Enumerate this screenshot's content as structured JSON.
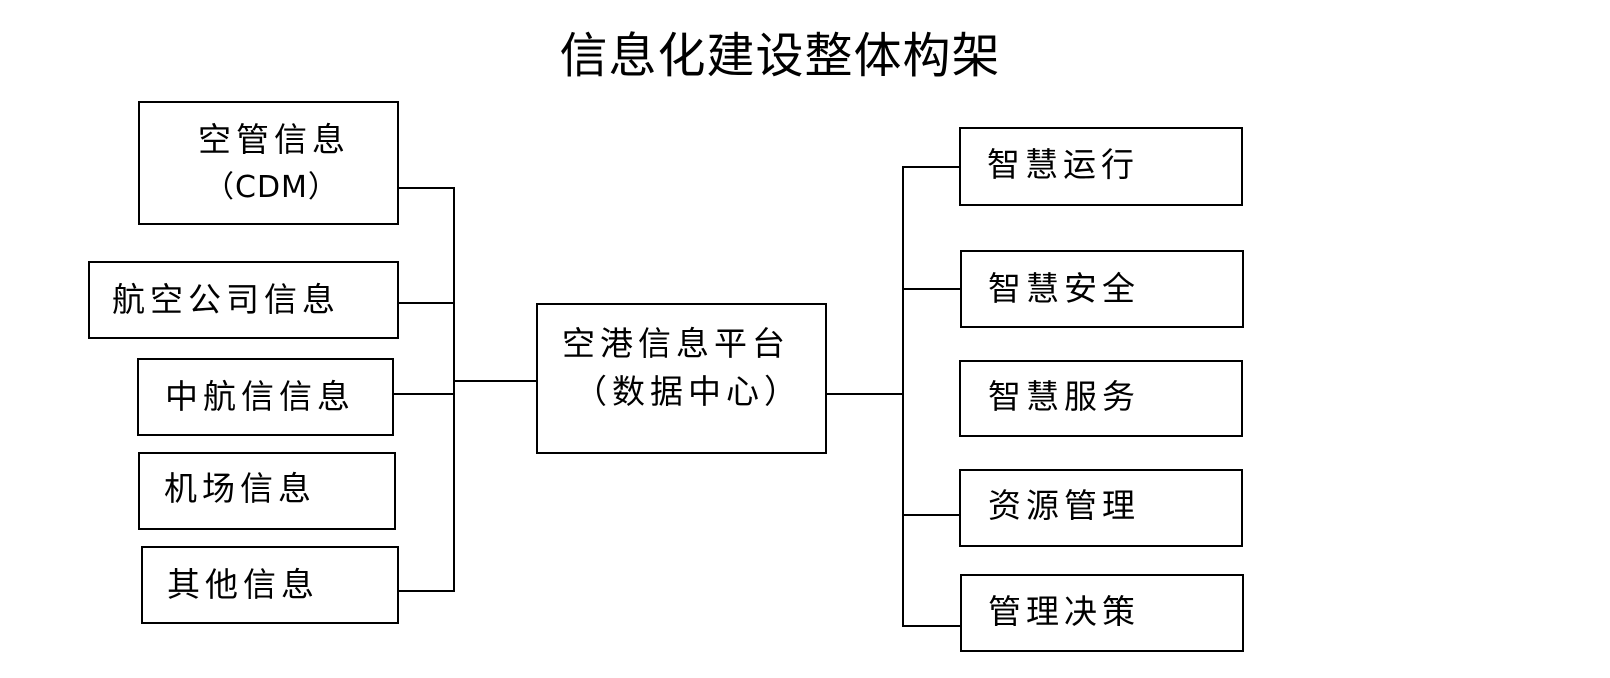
{
  "title": "信息化建设整体构架",
  "sources": {
    "air_traffic": {
      "line1": "空管信息",
      "line2": "（CDM）"
    },
    "airline": "航空公司信息",
    "travelsky": "中航信信息",
    "airport": "机场信息",
    "other": "其他信息"
  },
  "platform": {
    "line1": "空港信息平台",
    "line2": "（数据中心）"
  },
  "outputs": {
    "operation": "智慧运行",
    "safety": "智慧安全",
    "service": "智慧服务",
    "resource": "资源管理",
    "decision": "管理决策"
  }
}
